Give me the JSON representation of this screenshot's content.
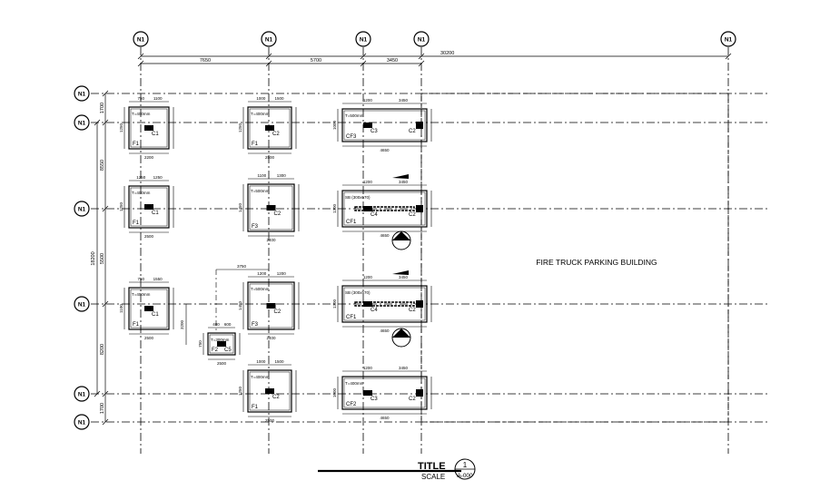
{
  "drawing": {
    "grid_bubble_label": "N1",
    "overall_dimension": "30200",
    "top_dimensions": [
      "7650",
      "5700",
      "3450"
    ],
    "left_dimensions": [
      "1700",
      "8550",
      "18200",
      "5500",
      "8200",
      "1700"
    ],
    "building_label": "FIRE TRUCK PARKING BUILDING"
  },
  "footings": [
    {
      "id": "r1c1",
      "tag": "F1",
      "col": "C1",
      "note": "T=400mm",
      "dims": [
        "750",
        "1100",
        "1250",
        "2200"
      ]
    },
    {
      "id": "r1c2",
      "tag": "F1",
      "col": "C2",
      "note": "T=400mm",
      "dims": [
        "1000",
        "1500",
        "1250",
        "2500"
      ]
    },
    {
      "id": "r1c3",
      "tag": "CF3",
      "col": "C3",
      "col2": "C2",
      "note": "T=500mm",
      "dims": [
        "1200",
        "3450",
        "1000",
        "4650"
      ]
    },
    {
      "id": "r2c1",
      "tag": "F1",
      "col": "C1",
      "note": "T=400mm",
      "dims": [
        "1250",
        "1250",
        "1250",
        "2500"
      ]
    },
    {
      "id": "r2c2",
      "tag": "F3",
      "col": "C2",
      "note": "T=500mm",
      "dims": [
        "1100",
        "1300",
        "1450",
        "2400"
      ]
    },
    {
      "id": "r2c3",
      "tag": "CF1",
      "col": "C4",
      "col2": "C2",
      "note": "SB (300x570)",
      "dims": [
        "1200",
        "3450",
        "1300",
        "4650"
      ]
    },
    {
      "id": "r3c1",
      "tag": "F1",
      "col": "C1",
      "note": "T=400mm",
      "dims": [
        "750",
        "1550",
        "1100",
        "2500"
      ]
    },
    {
      "id": "r3c2",
      "tag": "F3",
      "col": "C2",
      "note": "T=500mm",
      "dims": [
        "1200",
        "1200",
        "1450",
        "2400"
      ]
    },
    {
      "id": "r3c3",
      "tag": "CF1",
      "col": "C4",
      "col2": "C2",
      "note": "SB (300x570)",
      "dims": [
        "1200",
        "3450",
        "1300",
        "4650"
      ]
    },
    {
      "id": "small",
      "tag": "F2",
      "col": "C5",
      "note": "T=300mm",
      "dims": [
        "400",
        "600",
        "750",
        "2500",
        "3750",
        "3200"
      ]
    },
    {
      "id": "r4c2",
      "tag": "F1",
      "col": "C2",
      "note": "T=400mm",
      "dims": [
        "1000",
        "1500",
        "1250",
        "2500"
      ]
    },
    {
      "id": "r4c3",
      "tag": "CF2",
      "col": "C3",
      "col2": "C2",
      "note": "T=400mm",
      "dims": [
        "1200",
        "3450",
        "1000",
        "4650"
      ]
    }
  ],
  "title_block": {
    "title": "TITLE",
    "scale": "SCALE",
    "sheet_number": "1",
    "sheet_ref": "A-000"
  }
}
